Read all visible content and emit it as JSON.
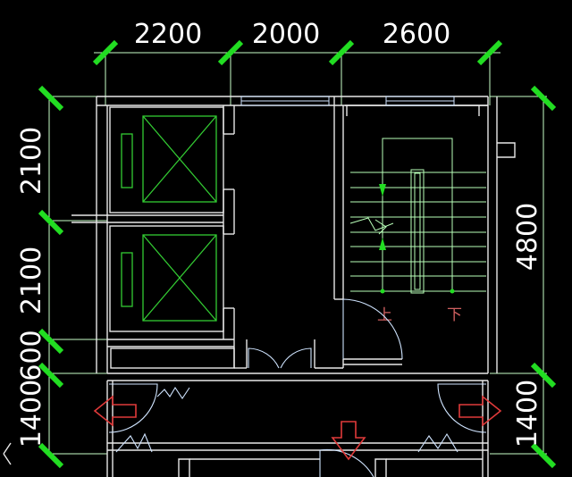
{
  "drawing": {
    "dimensions_top": [
      "2200",
      "2000",
      "2600"
    ],
    "dimensions_left": [
      "2100",
      "2100",
      "600",
      "1400"
    ],
    "dimensions_right": [
      "4800",
      "1400"
    ],
    "stair_labels": {
      "up": "上",
      "down": "下"
    },
    "colors": {
      "background": "#000000",
      "wall": "#e8e8e8",
      "dimension_line": "#c8ffc8",
      "tick": "#22dd22",
      "elevator": "#33cc33",
      "stair": "#b8ffb8",
      "stair_arrow": "#22dd22",
      "door": "#cfe4ff",
      "evacuation_arrow": "#e03a3a",
      "label": "#d06060",
      "text": "#ffffff"
    },
    "icons": [
      "elevator-car-icon",
      "elevator-car-icon",
      "evacuation-arrow-left-icon",
      "evacuation-arrow-down-icon",
      "evacuation-arrow-right-icon"
    ]
  }
}
